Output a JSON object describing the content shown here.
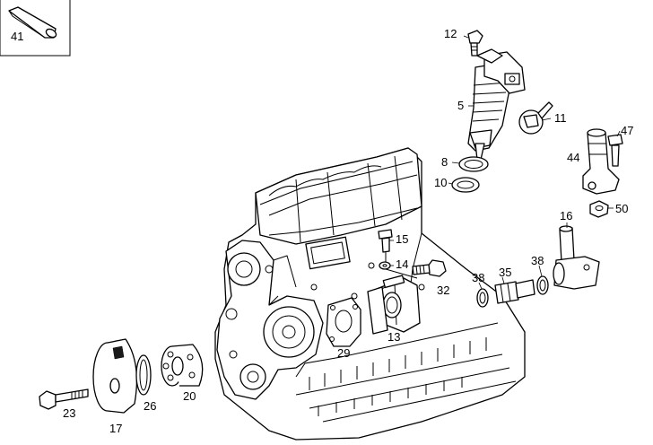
{
  "diagram": {
    "callouts": [
      {
        "id": "41",
        "text": "41"
      },
      {
        "id": "12",
        "text": "12"
      },
      {
        "id": "5",
        "text": "5"
      },
      {
        "id": "11",
        "text": "11"
      },
      {
        "id": "47",
        "text": "47"
      },
      {
        "id": "44",
        "text": "44"
      },
      {
        "id": "8",
        "text": "8"
      },
      {
        "id": "10",
        "text": "10"
      },
      {
        "id": "50",
        "text": "50"
      },
      {
        "id": "16",
        "text": "16"
      },
      {
        "id": "15",
        "text": "15"
      },
      {
        "id": "14",
        "text": "14"
      },
      {
        "id": "32",
        "text": "32"
      },
      {
        "id": "38a",
        "text": "38"
      },
      {
        "id": "35",
        "text": "35"
      },
      {
        "id": "38b",
        "text": "38"
      },
      {
        "id": "13",
        "text": "13"
      },
      {
        "id": "29",
        "text": "29"
      },
      {
        "id": "20",
        "text": "20"
      },
      {
        "id": "26",
        "text": "26"
      },
      {
        "id": "23",
        "text": "23"
      },
      {
        "id": "17",
        "text": "17"
      }
    ]
  }
}
